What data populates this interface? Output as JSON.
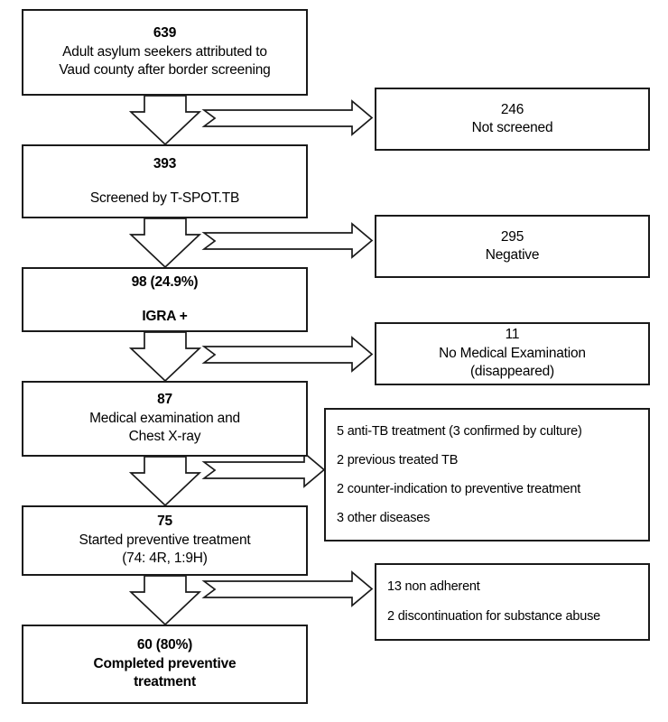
{
  "figure": {
    "type": "flowchart",
    "title": "Tuberculosis screening cascade among adult asylum seekers in Vaud county",
    "background_color": "#ffffff",
    "border_color": "#1a1a1a"
  },
  "main_nodes": [
    {
      "id": "node-639",
      "count": "639",
      "lines": [
        "Adult asylum seekers attributed to",
        "Vaud county after border screening"
      ],
      "bold_count": true
    },
    {
      "id": "node-393",
      "count": "393",
      "lines": [
        "Screened by T-SPOT."
      ],
      "italic_suffix": "TB",
      "bold_count": true
    },
    {
      "id": "node-98",
      "count": "98 (24.9%)",
      "lines": [
        "IGRA +"
      ],
      "bold_count": true,
      "bold_lines": true
    },
    {
      "id": "node-87",
      "count": "87",
      "lines": [
        "Medical examination and",
        "Chest X-ray"
      ],
      "bold_count": true
    },
    {
      "id": "node-75",
      "count": "75",
      "lines": [
        "Started preventive treatment",
        "(74: 4R, 1:9H)"
      ],
      "bold_count": true
    },
    {
      "id": "node-60",
      "count": "60 (80%)",
      "lines": [
        "Completed preventive",
        "treatment"
      ],
      "bold_count": true,
      "bold_lines": true
    }
  ],
  "side_nodes": [
    {
      "id": "side-246",
      "count": "246",
      "lines": [
        "Not screened"
      ]
    },
    {
      "id": "side-295",
      "count": "295",
      "lines": [
        "Negative"
      ]
    },
    {
      "id": "side-11",
      "count": "11",
      "lines": [
        "No Medical Examination",
        "(disappeared)"
      ]
    }
  ],
  "exclusion_list_1": {
    "id": "side-exclusions",
    "items": [
      "5 anti-TB  treatment (3 confirmed by culture)",
      "2 previous treated TB",
      "2 counter-indication to preventive treatment",
      "3 other diseases"
    ]
  },
  "exclusion_list_2": {
    "id": "side-dropouts",
    "items": [
      "13 non adherent",
      "2 discontinuation for substance abuse"
    ]
  }
}
